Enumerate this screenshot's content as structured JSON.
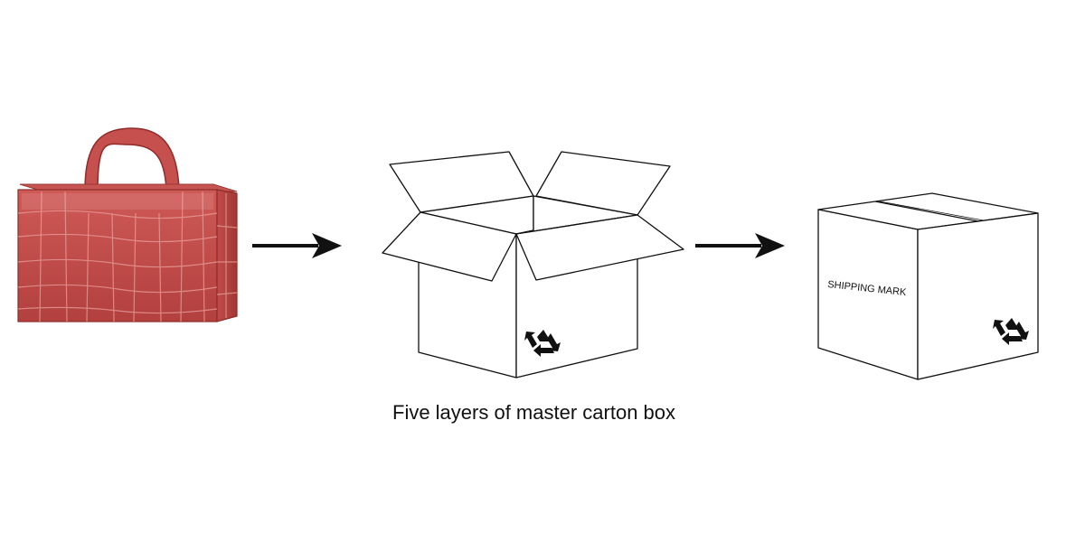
{
  "caption": "Five layers of master carton box",
  "closed_box_label": "SHIPPING MARK",
  "items": [
    {
      "name": "red crocodile-pattern leather case"
    },
    {
      "name": "open master carton box"
    },
    {
      "name": "sealed master carton box"
    }
  ],
  "icons": [
    "arrow-right-icon",
    "recycle-icon"
  ],
  "colors": {
    "case_red": "#c24a47",
    "case_dark": "#8e2c2a",
    "line": "#111111",
    "background": "#ffffff"
  }
}
